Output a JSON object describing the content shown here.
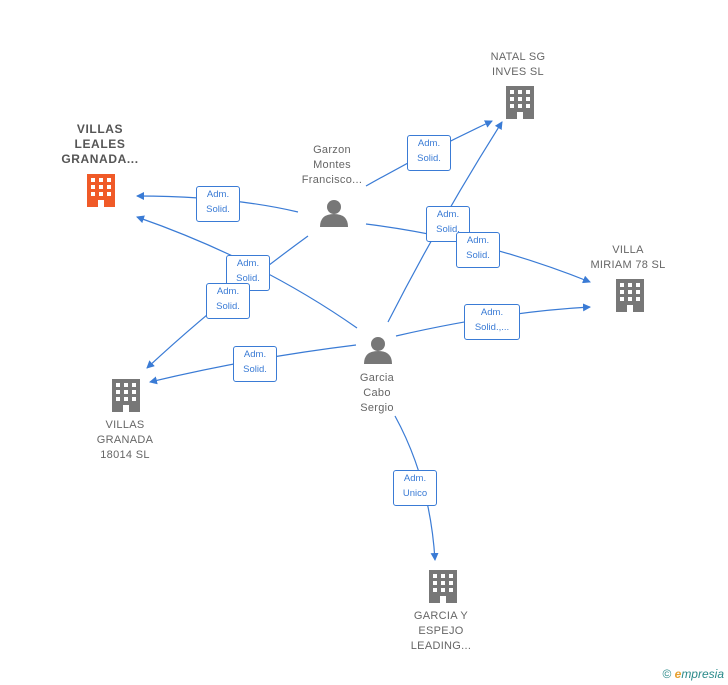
{
  "colors": {
    "edge": "#3a7bd5",
    "building": "#777777",
    "building_main": "#f05a28",
    "person": "#777777"
  },
  "nodes": {
    "villas_leales": {
      "label": "VILLAS\nLEALES\nGRANADA...",
      "icon": "building-icon"
    },
    "natal_sg": {
      "label": "NATAL SG\nINVES  SL",
      "icon": "building-icon"
    },
    "villa_miriam": {
      "label": "VILLA\nMIRIAM 78  SL",
      "icon": "building-icon"
    },
    "villas_granada": {
      "label": "VILLAS\nGRANADA\n18014  SL",
      "icon": "building-icon"
    },
    "garcia_espejo": {
      "label": "GARCIA Y\nESPEJO\nLEADING...",
      "icon": "building-icon"
    },
    "garzon": {
      "label": "Garzon\nMontes\nFrancisco...",
      "icon": "person-icon"
    },
    "garcia_cabo": {
      "label": "Garcia\nCabo\nSergio",
      "icon": "person-icon"
    }
  },
  "edges": {
    "garzon_natal": "Adm.\nSolid.",
    "garzon_villas_leales": "Adm.\nSolid.",
    "garzon_miriam": "Adm.\nSolid.",
    "garzon_villas_granada": "Adm.\nSolid.",
    "cabo_villas_leales": "Adm.\nSolid.",
    "cabo_natal": "Adm.\nSolid.",
    "cabo_miriam": "Adm.\nSolid.,...",
    "cabo_villas_granada": "Adm.\nSolid.",
    "cabo_espejo": "Adm.\nUnico"
  },
  "footer": {
    "copyright": "©",
    "brand_e": "e",
    "brand_rest": "mpresia"
  }
}
